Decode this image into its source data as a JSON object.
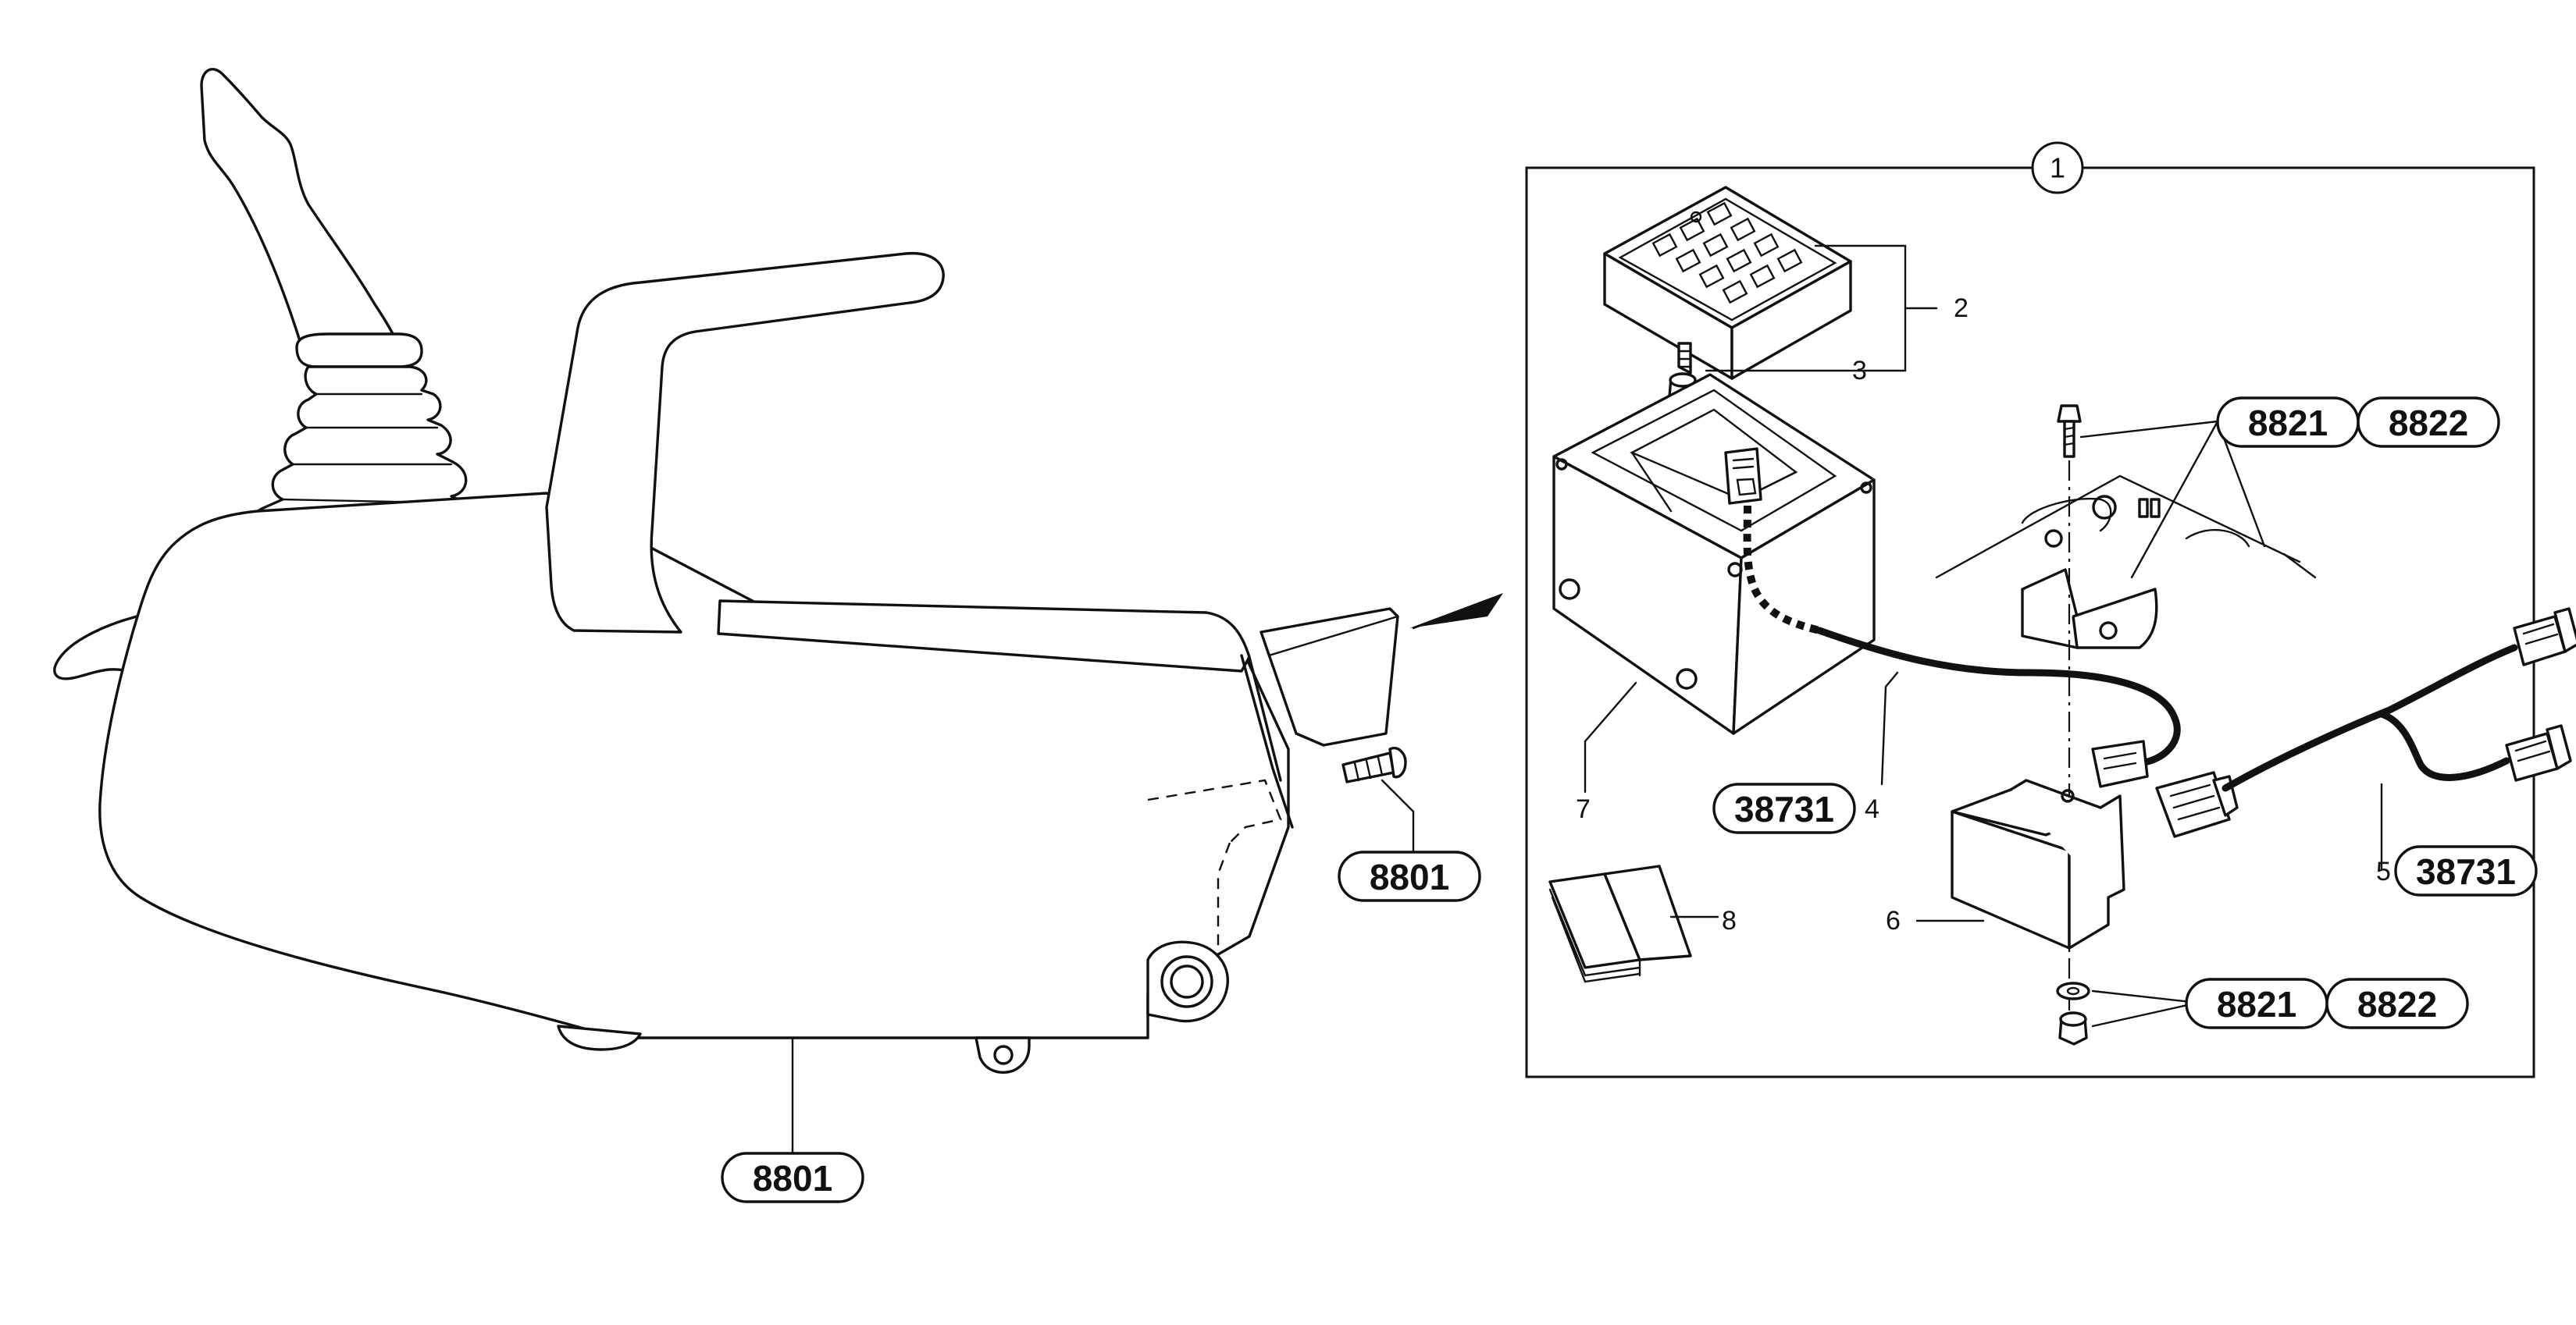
{
  "detail_callout": {
    "label": "1"
  },
  "part_refs": {
    "console_bottom": "8801",
    "console_screw": "8801",
    "wiring_harness_left": "38731",
    "wiring_harness_right": "38731",
    "bracket_bolt_a": "8821",
    "bracket_bolt_b": "8822",
    "nut_washer_a": "8821",
    "nut_washer_b": "8822"
  },
  "item_numbers": {
    "keypad": "2",
    "keypad_nut": "3",
    "harness_left": "4",
    "harness_right": "5",
    "module": "6",
    "housing": "7",
    "manual": "8"
  }
}
